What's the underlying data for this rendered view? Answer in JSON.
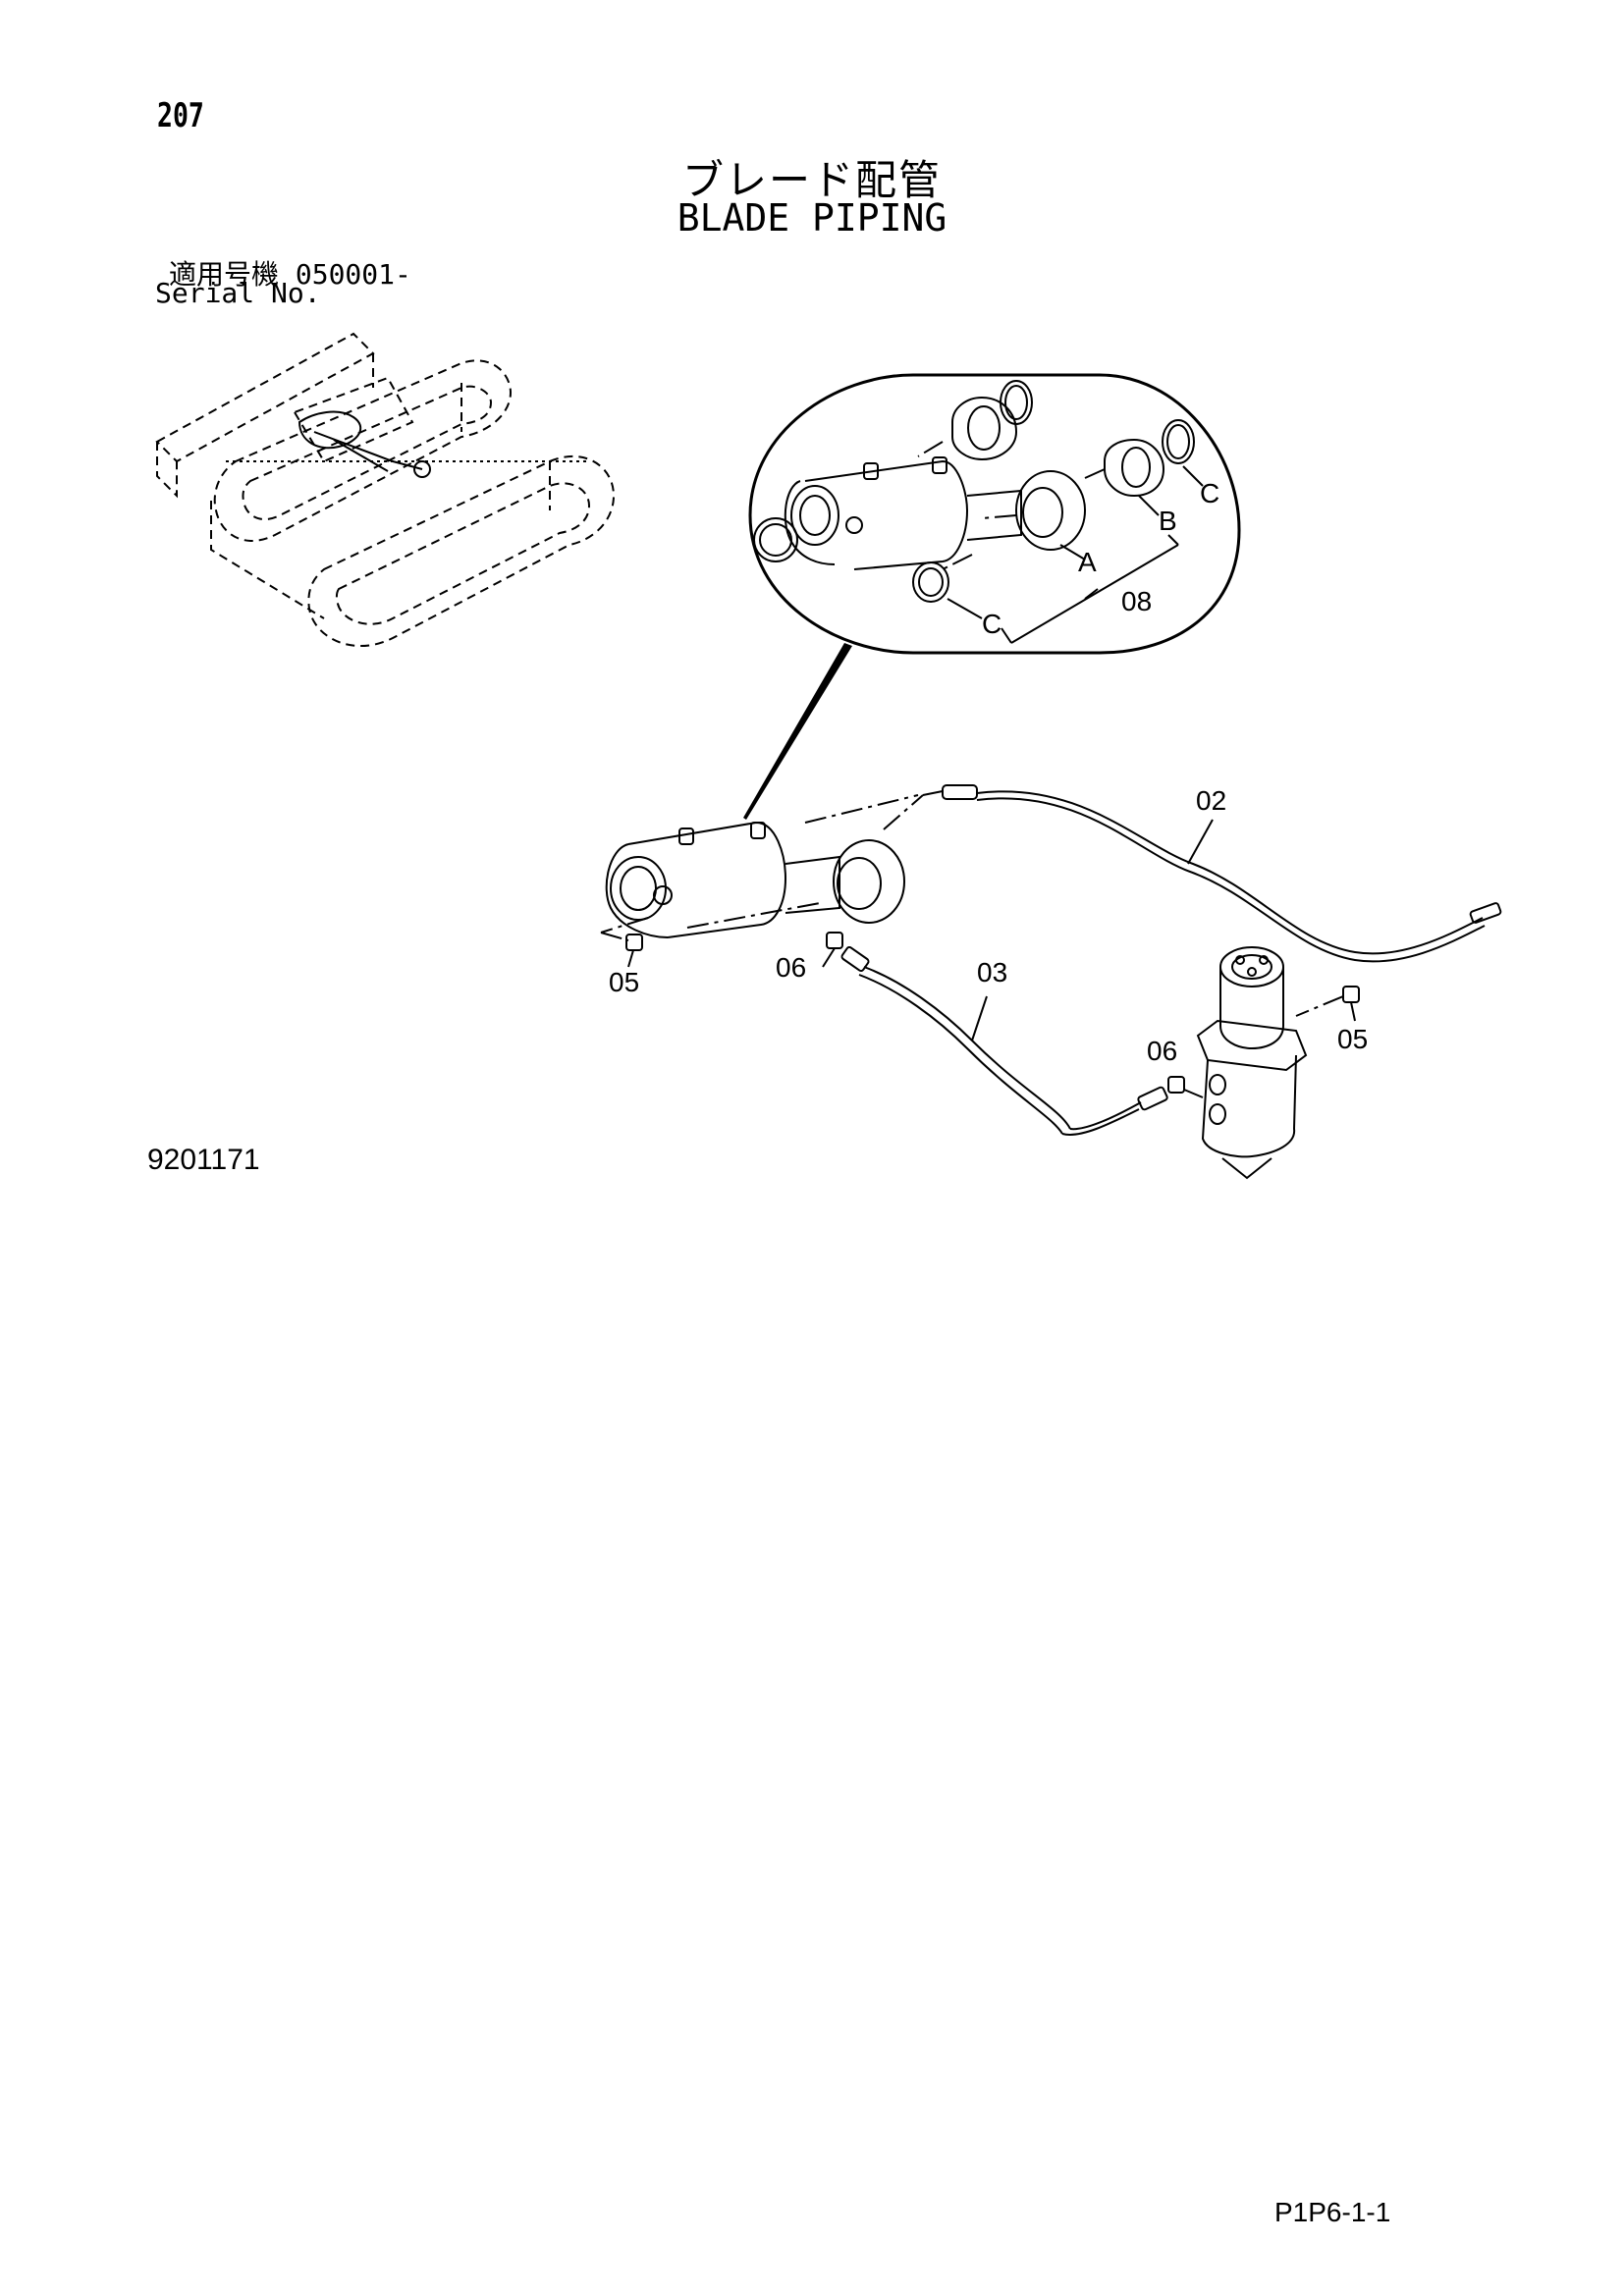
{
  "page": {
    "number": "207",
    "title_jp": "ブレード配管",
    "title_en": "BLADE PIPING",
    "serial_jp": "適用号機  050001-",
    "serial_en": "Serial No.",
    "figure_number": "9201171",
    "page_code": "P1P6-1-1"
  },
  "callouts": {
    "part_02": "02",
    "part_03": "03",
    "part_05_left": "05",
    "part_05_right": "05",
    "part_06_left": "06",
    "part_06_right": "06",
    "part_08": "08",
    "seal_a": "A",
    "seal_b": "B",
    "seal_c_top": "C",
    "seal_c_bottom": "C"
  }
}
